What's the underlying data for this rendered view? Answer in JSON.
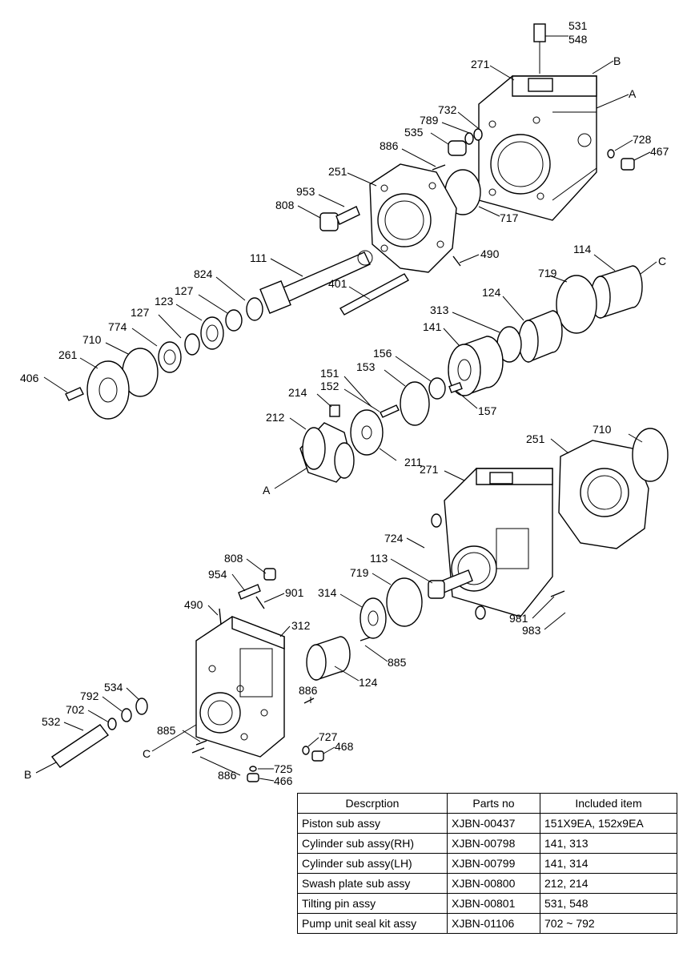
{
  "callouts": [
    {
      "id": "c531",
      "text": "531"
    },
    {
      "id": "c548",
      "text": "548"
    },
    {
      "id": "c271a",
      "text": "271"
    },
    {
      "id": "cBtop",
      "text": "B"
    },
    {
      "id": "cAtop",
      "text": "A"
    },
    {
      "id": "c732",
      "text": "732"
    },
    {
      "id": "c789",
      "text": "789"
    },
    {
      "id": "c535",
      "text": "535"
    },
    {
      "id": "c886a",
      "text": "886"
    },
    {
      "id": "c728",
      "text": "728"
    },
    {
      "id": "c467",
      "text": "467"
    },
    {
      "id": "c251a",
      "text": "251"
    },
    {
      "id": "c953",
      "text": "953"
    },
    {
      "id": "c808a",
      "text": "808"
    },
    {
      "id": "c717",
      "text": "717"
    },
    {
      "id": "c490a",
      "text": "490"
    },
    {
      "id": "c111",
      "text": "111"
    },
    {
      "id": "c114",
      "text": "114"
    },
    {
      "id": "cCright",
      "text": "C"
    },
    {
      "id": "c824",
      "text": "824"
    },
    {
      "id": "c719a",
      "text": "719"
    },
    {
      "id": "c401",
      "text": "401"
    },
    {
      "id": "c127a",
      "text": "127"
    },
    {
      "id": "c124a",
      "text": "124"
    },
    {
      "id": "c313",
      "text": "313"
    },
    {
      "id": "c127b",
      "text": "127"
    },
    {
      "id": "c123",
      "text": "123"
    },
    {
      "id": "c141",
      "text": "141"
    },
    {
      "id": "c774",
      "text": "774"
    },
    {
      "id": "c710a",
      "text": "710"
    },
    {
      "id": "c156",
      "text": "156"
    },
    {
      "id": "c153",
      "text": "153"
    },
    {
      "id": "c261",
      "text": "261"
    },
    {
      "id": "c151",
      "text": "151"
    },
    {
      "id": "c152",
      "text": "152"
    },
    {
      "id": "c406",
      "text": "406"
    },
    {
      "id": "c214",
      "text": "214"
    },
    {
      "id": "c157",
      "text": "157"
    },
    {
      "id": "c212",
      "text": "212"
    },
    {
      "id": "c251b",
      "text": "251"
    },
    {
      "id": "c710b",
      "text": "710"
    },
    {
      "id": "c211",
      "text": "211"
    },
    {
      "id": "cAmid",
      "text": "A"
    },
    {
      "id": "c271b",
      "text": "271"
    },
    {
      "id": "c724",
      "text": "724"
    },
    {
      "id": "c808b",
      "text": "808"
    },
    {
      "id": "c113",
      "text": "113"
    },
    {
      "id": "c954",
      "text": "954"
    },
    {
      "id": "c719b",
      "text": "719"
    },
    {
      "id": "c490b",
      "text": "490"
    },
    {
      "id": "c901",
      "text": "901"
    },
    {
      "id": "c314",
      "text": "314"
    },
    {
      "id": "c312",
      "text": "312"
    },
    {
      "id": "c981",
      "text": "981"
    },
    {
      "id": "c983",
      "text": "983"
    },
    {
      "id": "c885a",
      "text": "885"
    },
    {
      "id": "c124b",
      "text": "124"
    },
    {
      "id": "c534",
      "text": "534"
    },
    {
      "id": "c886b",
      "text": "886"
    },
    {
      "id": "c792",
      "text": "792"
    },
    {
      "id": "c702",
      "text": "702"
    },
    {
      "id": "c532",
      "text": "532"
    },
    {
      "id": "c885b",
      "text": "885"
    },
    {
      "id": "c727",
      "text": "727"
    },
    {
      "id": "c468",
      "text": "468"
    },
    {
      "id": "cCbot",
      "text": "C"
    },
    {
      "id": "c725",
      "text": "725"
    },
    {
      "id": "cBbot",
      "text": "B"
    },
    {
      "id": "c886c",
      "text": "886"
    },
    {
      "id": "c466",
      "text": "466"
    }
  ],
  "parts_table": {
    "headers": [
      "Descrption",
      "Parts no",
      "Included item"
    ],
    "rows": [
      [
        "Piston sub assy",
        "XJBN-00437",
        "151X9EA, 152x9EA"
      ],
      [
        "Cylinder sub assy(RH)",
        "XJBN-00798",
        "141, 313"
      ],
      [
        "Cylinder sub assy(LH)",
        "XJBN-00799",
        "141, 314"
      ],
      [
        "Swash plate sub assy",
        "XJBN-00800",
        "212, 214"
      ],
      [
        "Tilting pin assy",
        "XJBN-00801",
        "531, 548"
      ],
      [
        "Pump unit seal kit assy",
        "XJBN-01106",
        "702 ~ 792"
      ]
    ]
  }
}
